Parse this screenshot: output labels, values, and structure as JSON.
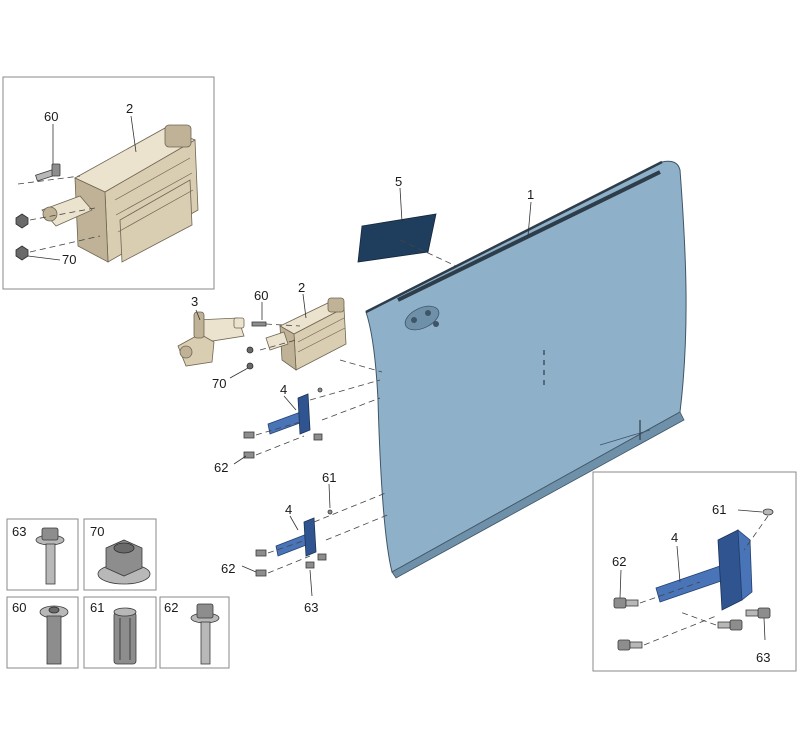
{
  "callouts": {
    "inset_top_60": "60",
    "inset_top_2": "2",
    "inset_top_70": "70",
    "main_3": "3",
    "main_60": "60",
    "main_2": "2",
    "main_70": "70",
    "main_5": "5",
    "main_1": "1",
    "upper_4": "4",
    "upper_62": "62",
    "main_61": "61",
    "lower_4": "4",
    "lower_62": "62",
    "lower_63": "63",
    "inset_right_61": "61",
    "inset_right_4": "4",
    "inset_right_62": "62",
    "inset_right_63": "63"
  },
  "fasteners": {
    "box_63": "63",
    "box_70": "70",
    "box_60": "60",
    "box_61": "61",
    "box_62": "62"
  },
  "colors": {
    "door_panel": "#8fb0c9",
    "hinge": "#4a74b8",
    "door_check": "#d9cdb2",
    "fastener": "#8d8d8d"
  }
}
